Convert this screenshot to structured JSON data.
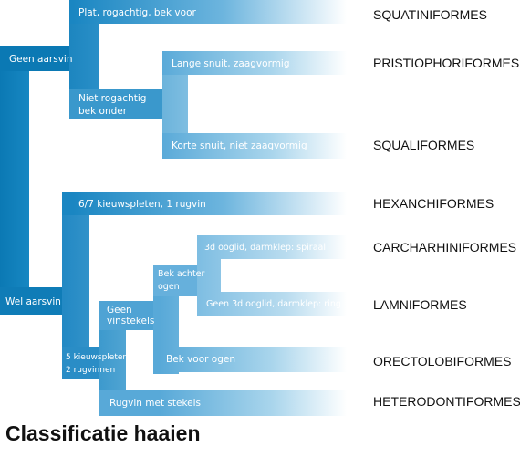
{
  "title": "Classificatie haaien",
  "colors": {
    "dark": "#0b79b4",
    "mid": "#3a98cc",
    "light": "#a9d5ec",
    "fade": "#ffffff",
    "text": "#111111"
  },
  "nodes": {
    "geen_aarsvin": "Geen aarsvin",
    "wel_aarsvin": "Wel aarsvin",
    "plat": "Plat, rogachtig, bek voor",
    "niet_rogachtig_1": "Niet rogachtig",
    "niet_rogachtig_2": "bek onder",
    "lange_snuit": "Lange snuit, zaagvormig",
    "korte_snuit": "Korte snuit, niet zaagvormig",
    "kieuwspleten_67": "6/7 kieuwspleten, 1 rugvin",
    "vijf_kieuw_1": "5 kieuwspleten",
    "vijf_kieuw_2": "2 rugvinnen",
    "geen_vinstekels_1": "Geen",
    "geen_vinstekels_2": "vinstekels",
    "rugvin_stekels": "Rugvin met stekels",
    "bek_achter_1": "Bek achter",
    "bek_achter_2": "ogen",
    "bek_voor": "Bek voor ogen",
    "ooglid_spiraal": "3d ooglid, darmklep: spiraal",
    "ooglid_ring": "Geen 3d ooglid, darmklep: ring"
  },
  "taxa": {
    "squatiniformes": "SQUATINIFORMES",
    "pristiophoriformes": "PRISTIOPHORIFORMES",
    "squaliformes": "SQUALIFORMES",
    "hexanchiformes": "HEXANCHIFORMES",
    "carcharhiniformes": "CARCHARHINIFORMES",
    "lamniformes": "LAMNIFORMES",
    "orectolobiformes": "ORECTOLOBIFORMES",
    "heterodontiformes": "HETERODONTIFORMES"
  }
}
